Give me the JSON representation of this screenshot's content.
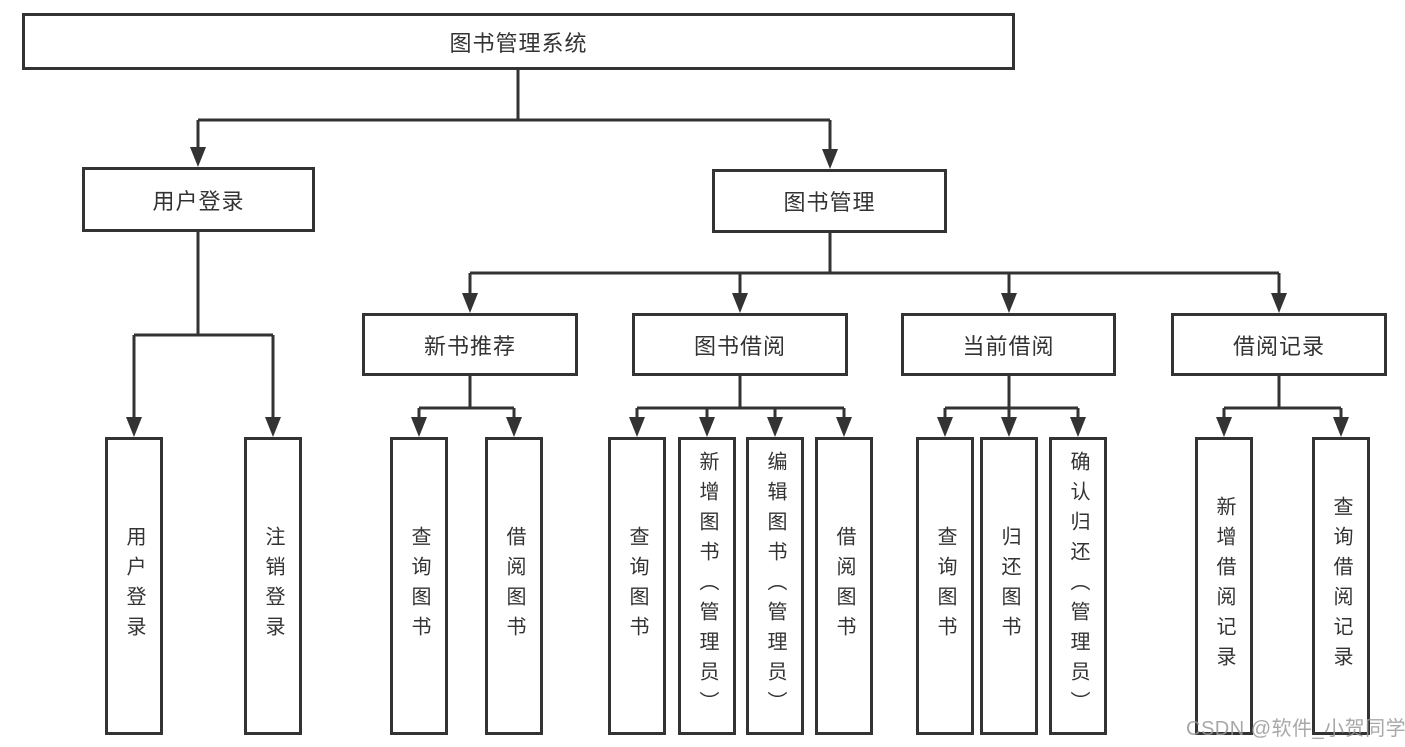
{
  "diagram": {
    "root": "图书管理系统",
    "branches": [
      "用户登录",
      "图书管理"
    ],
    "modules": [
      "新书推荐",
      "图书借阅",
      "当前借阅",
      "借阅记录"
    ],
    "leaves": {
      "login": [
        "用户登录",
        "注销登录"
      ],
      "new_books": [
        "查询图书",
        "借阅图书"
      ],
      "book_borrow": [
        "查询图书",
        "新增图书（管理员）",
        "编辑图书（管理员）",
        "借阅图书"
      ],
      "current_borrow": [
        "查询图书",
        "归还图书",
        "确认归还（管理员）"
      ],
      "borrow_records": [
        "新增借阅记录",
        "查询借阅记录"
      ]
    }
  },
  "watermark": "CSDN @软件_小贺同学",
  "colors": {
    "line": "#333333",
    "text": "#333333",
    "watermark": "#9a9a9a",
    "background": "#ffffff"
  }
}
